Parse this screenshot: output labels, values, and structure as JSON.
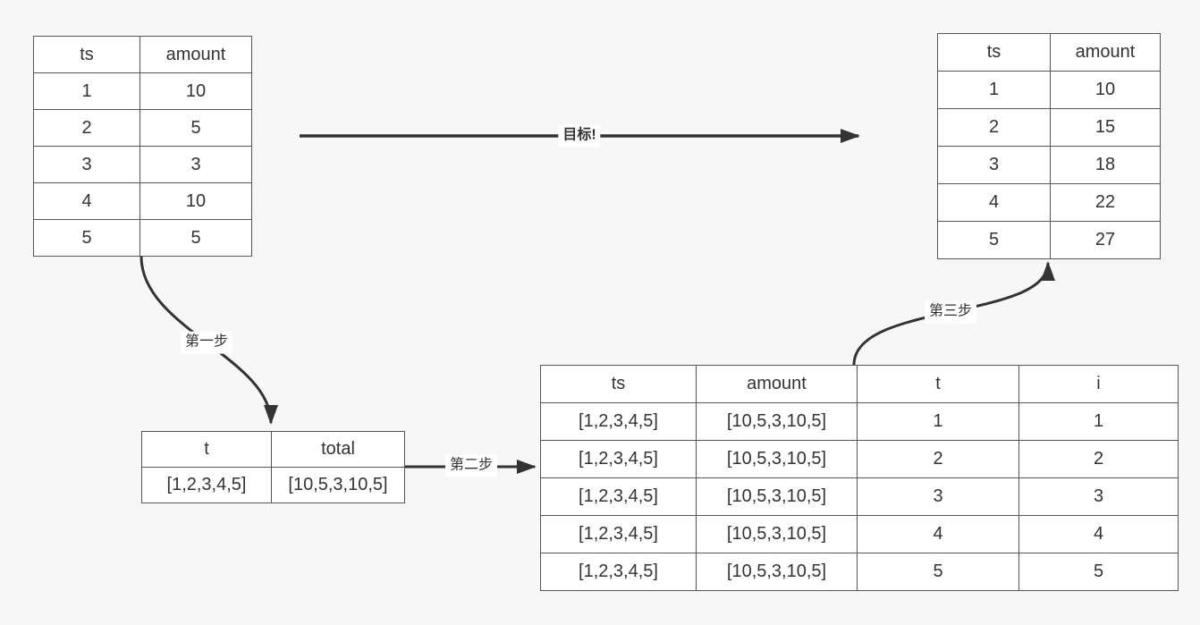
{
  "colors": {
    "background": "#f7f7f7",
    "table_background": "#ffffff",
    "border": "#555555",
    "text": "#333333",
    "arrow": "#333333",
    "label_background": "#ffffff"
  },
  "labels": {
    "goal": "目标!",
    "step1": "第一步",
    "step2": "第二步",
    "step3": "第三步"
  },
  "tables": {
    "source": {
      "headers": [
        "ts",
        "amount"
      ],
      "rows": [
        [
          "1",
          "10"
        ],
        [
          "2",
          "5"
        ],
        [
          "3",
          "3"
        ],
        [
          "4",
          "10"
        ],
        [
          "5",
          "5"
        ]
      ]
    },
    "target": {
      "headers": [
        "ts",
        "amount"
      ],
      "rows": [
        [
          "1",
          "10"
        ],
        [
          "2",
          "15"
        ],
        [
          "3",
          "18"
        ],
        [
          "4",
          "22"
        ],
        [
          "5",
          "27"
        ]
      ]
    },
    "step1_result": {
      "headers": [
        "t",
        "total"
      ],
      "rows": [
        [
          "[1,2,3,4,5]",
          "[10,5,3,10,5]"
        ]
      ]
    },
    "step2_result": {
      "headers": [
        "ts",
        "amount",
        "t",
        "i"
      ],
      "rows": [
        [
          "[1,2,3,4,5]",
          "[10,5,3,10,5]",
          "1",
          "1"
        ],
        [
          "[1,2,3,4,5]",
          "[10,5,3,10,5]",
          "2",
          "2"
        ],
        [
          "[1,2,3,4,5]",
          "[10,5,3,10,5]",
          "3",
          "3"
        ],
        [
          "[1,2,3,4,5]",
          "[10,5,3,10,5]",
          "4",
          "4"
        ],
        [
          "[1,2,3,4,5]",
          "[10,5,3,10,5]",
          "5",
          "5"
        ]
      ]
    }
  }
}
